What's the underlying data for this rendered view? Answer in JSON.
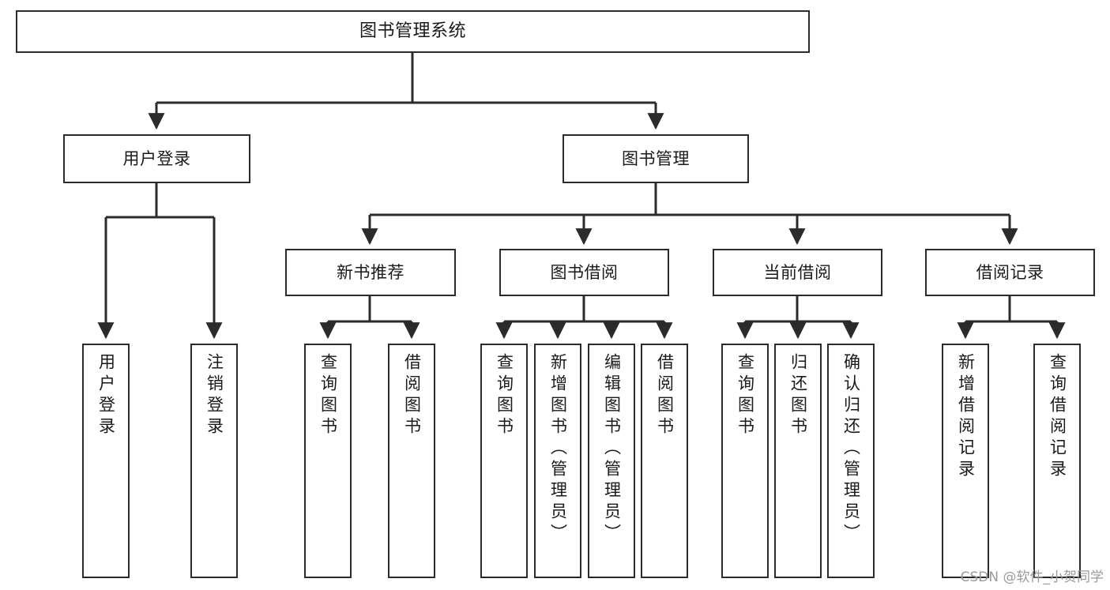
{
  "diagram": {
    "title": "图书管理系统",
    "watermark": "CSDN @软件_小贺同学",
    "colors": {
      "stroke": "#2b2b2b",
      "fill": "#ffffff",
      "text": "#1a1a1a",
      "watermark": "#9a9a9a"
    },
    "root": {
      "id": "root",
      "label": "图书管理系统"
    },
    "level1": [
      {
        "id": "user-login",
        "label": "用户登录"
      },
      {
        "id": "book-manage",
        "label": "图书管理"
      }
    ],
    "level2": [
      {
        "id": "new-book-recommend",
        "label": "新书推荐",
        "parent": "book-manage"
      },
      {
        "id": "book-borrow",
        "label": "图书借阅",
        "parent": "book-manage"
      },
      {
        "id": "current-borrow",
        "label": "当前借阅",
        "parent": "book-manage"
      },
      {
        "id": "borrow-record",
        "label": "借阅记录",
        "parent": "book-manage"
      }
    ],
    "leaves": {
      "user-login": [
        {
          "id": "leaf-user-login",
          "label": "用户登录"
        },
        {
          "id": "leaf-user-logout",
          "label": "注销登录"
        }
      ],
      "new-book-recommend": [
        {
          "id": "leaf-query-book-1",
          "label": "查询图书"
        },
        {
          "id": "leaf-borrow-book-1",
          "label": "借阅图书"
        }
      ],
      "book-borrow": [
        {
          "id": "leaf-query-book-2",
          "label": "查询图书"
        },
        {
          "id": "leaf-add-book",
          "label": "新增图书（管理员）"
        },
        {
          "id": "leaf-edit-book",
          "label": "编辑图书（管理员）"
        },
        {
          "id": "leaf-borrow-book-2",
          "label": "借阅图书"
        }
      ],
      "current-borrow": [
        {
          "id": "leaf-query-book-3",
          "label": "查询图书"
        },
        {
          "id": "leaf-return-book",
          "label": "归还图书"
        },
        {
          "id": "leaf-confirm-return",
          "label": "确认归还（管理员）"
        }
      ],
      "borrow-record": [
        {
          "id": "leaf-add-record",
          "label": "新增借阅记录"
        },
        {
          "id": "leaf-query-record",
          "label": "查询借阅记录"
        }
      ]
    }
  }
}
